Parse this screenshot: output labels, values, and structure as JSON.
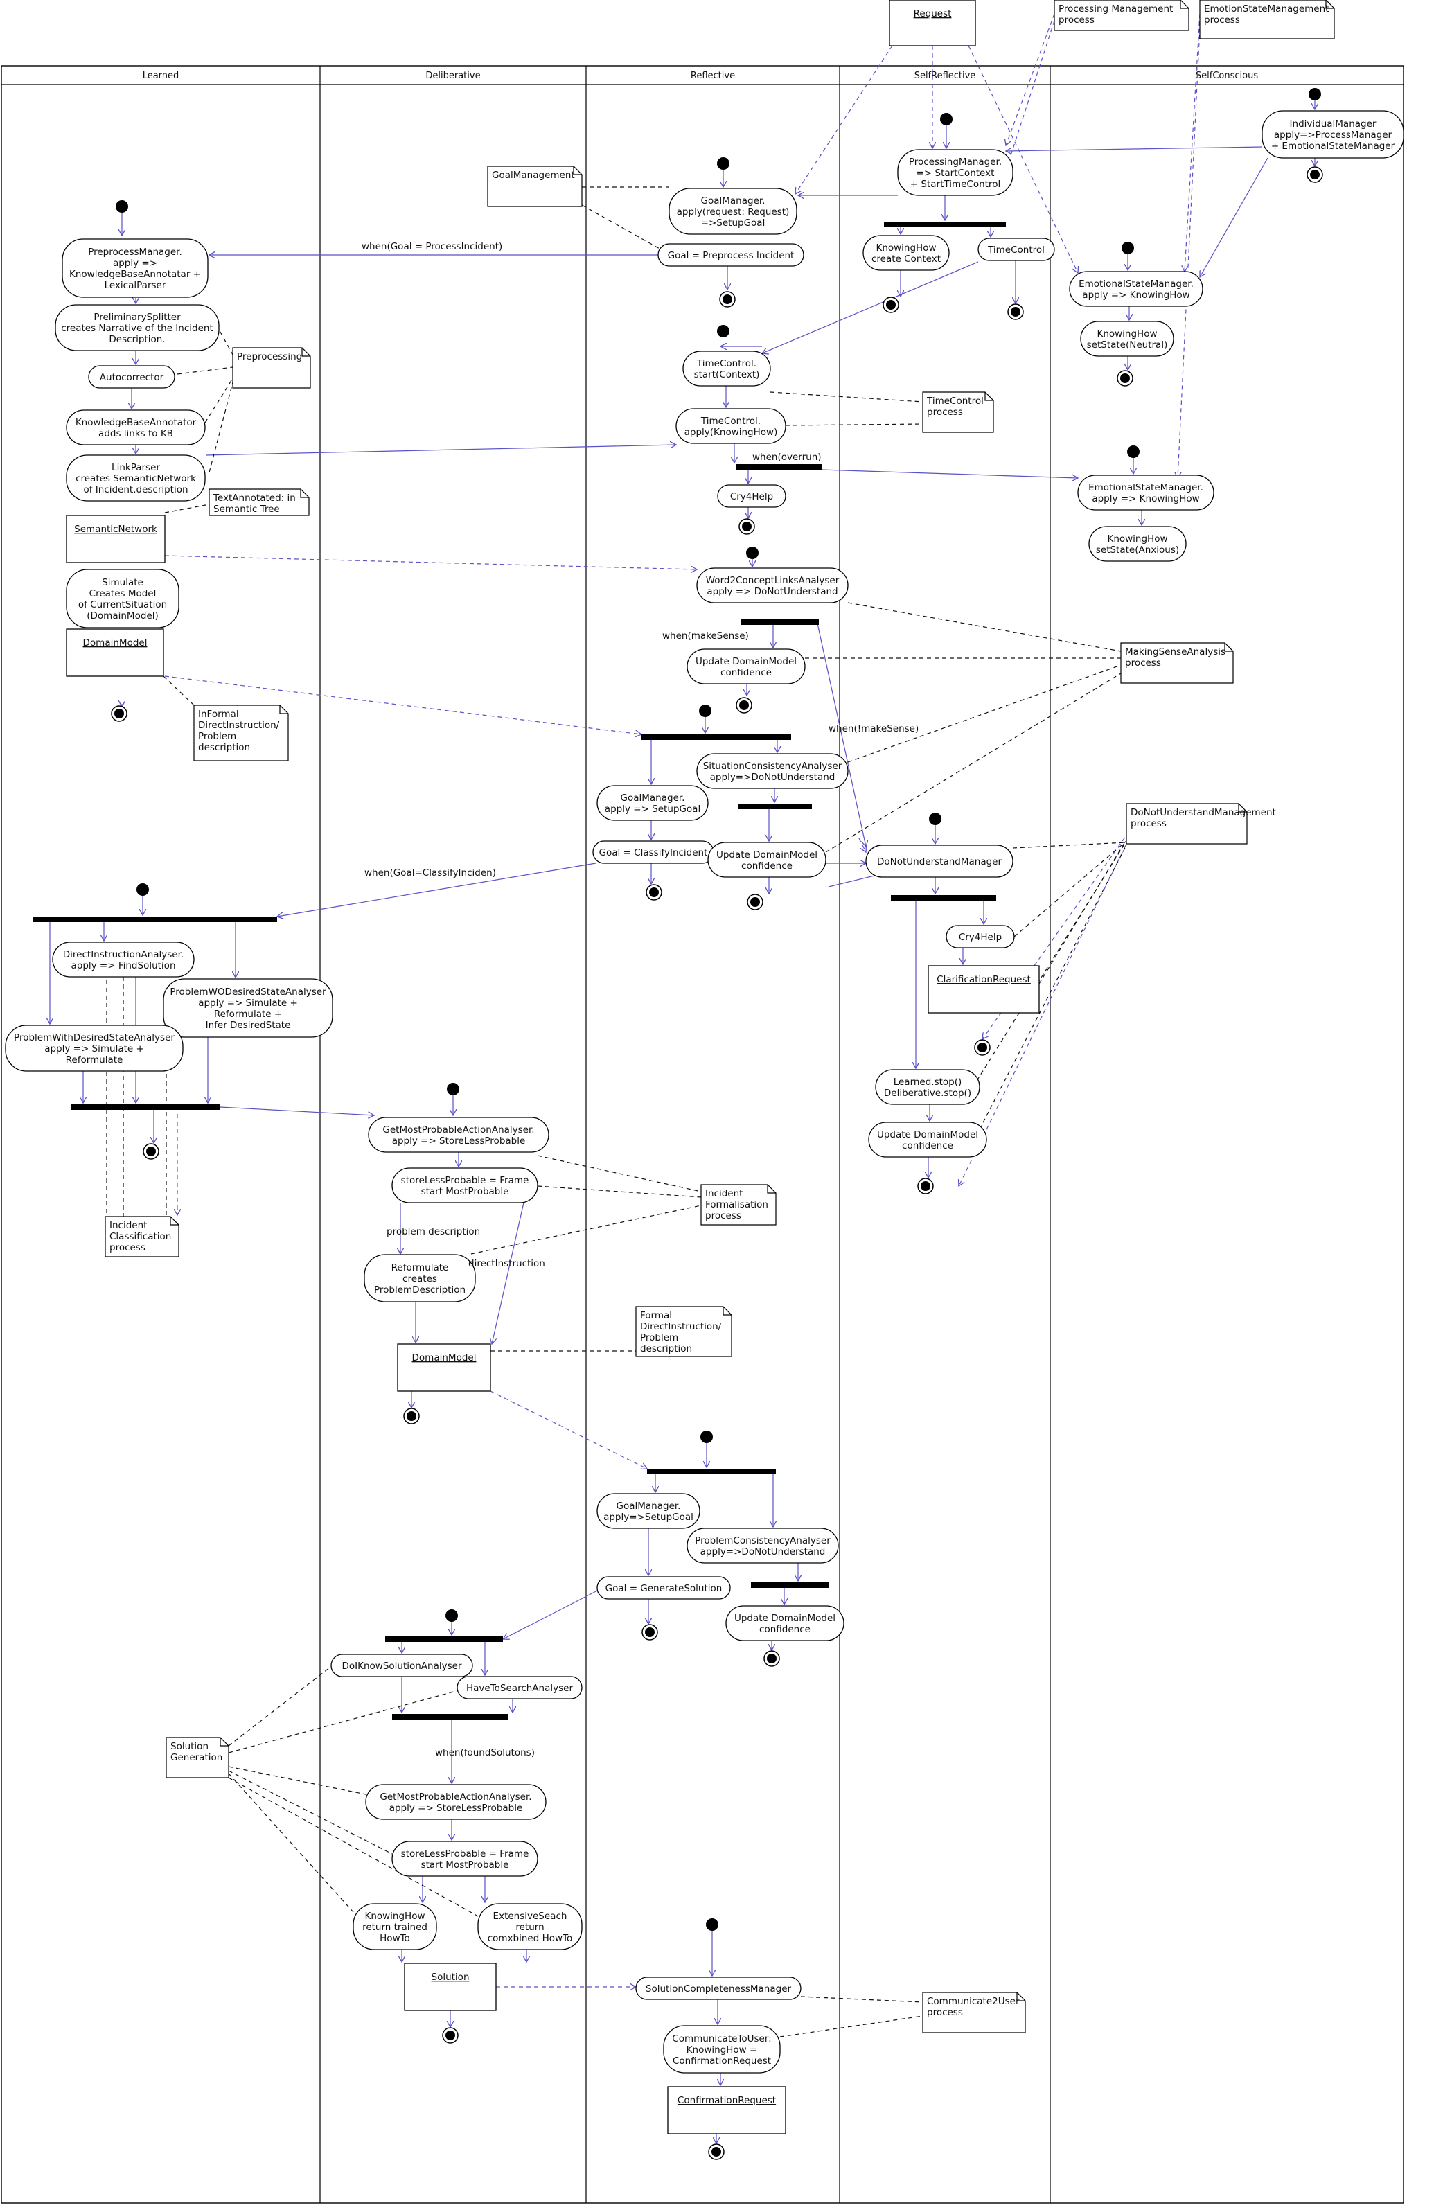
{
  "lanes": [
    "Learned",
    "Deliberative",
    "Reflective",
    "SelfReflective",
    "SelfConscious"
  ],
  "colors": {
    "flow": "#5a52c8",
    "dep": "#111111",
    "bar": "#000000",
    "line": "#000000"
  },
  "nodes": {
    "preprocess_manager": [
      "PreprocessManager.",
      "apply =>",
      "KnowledgeBaseAnnotatar +",
      "LexicalParser"
    ],
    "preliminary_splitter": [
      "PreliminarySplitter",
      "creates Narrative of the Incident",
      "Description."
    ],
    "autocorrector": [
      "Autocorrector"
    ],
    "kb_annotator": [
      "KnowledgeBaseAnnotator",
      "adds links to KB"
    ],
    "link_parser": [
      "LinkParser",
      "creates SemanticNetwork",
      "of Incident.description"
    ],
    "simulate": [
      "Simulate",
      "Creates Model",
      "of CurrentSituation",
      "(DomainModel)"
    ],
    "direct_instruction_analyser": [
      "DirectInstructionAnalyser.",
      "apply => FindSolution"
    ],
    "problem_wo_desired": [
      "ProblemWODesiredStateAnalyser",
      "apply => Simulate +",
      "Reformulate +",
      "Infer DesiredState"
    ],
    "problem_with_desired": [
      "ProblemWithDesiredStateAnalyser",
      "apply => Simulate +",
      "Reformulate"
    ],
    "get_most_probable_1": [
      "GetMostProbableActionAnalyser.",
      "apply => StoreLessProbable"
    ],
    "store_less_probable_1": [
      "storeLessProbable = Frame",
      "start MostProbable"
    ],
    "reformulate": [
      "Reformulate",
      "creates",
      "ProblemDescription"
    ],
    "doiknow": [
      "DoIKnowSolutionAnalyser"
    ],
    "have_to_search": [
      "HaveToSearchAnalyser"
    ],
    "get_most_probable_2": [
      "GetMostProbableActionAnalyser.",
      "apply => StoreLessProbable"
    ],
    "store_less_probable_2": [
      "storeLessProbable = Frame",
      "start MostProbable"
    ],
    "knowinghow_trained": [
      "KnowingHow",
      "return trained",
      "HowTo"
    ],
    "extensive_search": [
      "ExtensiveSeach",
      "return",
      "comxbined HowTo"
    ],
    "goal_manager_1": [
      "GoalManager.",
      "apply(request: Request)",
      "=>SetupGoal"
    ],
    "goal_preprocess": [
      "Goal = Preprocess Incident"
    ],
    "timecontrol_start": [
      "TimeControl.",
      "start(Context)"
    ],
    "timecontrol_apply": [
      "TimeControl.",
      "apply(KnowingHow)"
    ],
    "cry4help_1": [
      "Cry4Help"
    ],
    "word2concept": [
      "Word2ConceptLinksAnalyser",
      "apply => DoNotUnderstand"
    ],
    "update_dm_1": [
      "Update DomainModel",
      "confidence"
    ],
    "situation_consistency": [
      "SituationConsistencyAnalyser",
      "apply=>DoNotUnderstand"
    ],
    "goal_manager_2": [
      "GoalManager.",
      "apply => SetupGoal"
    ],
    "goal_classify": [
      "Goal = ClassifyIncident"
    ],
    "update_dm_2": [
      "Update DomainModel",
      "confidence"
    ],
    "goal_manager_3": [
      "GoalManager.",
      "apply=>SetupGoal"
    ],
    "problem_consistency": [
      "ProblemConsistencyAnalyser",
      "apply=>DoNotUnderstand"
    ],
    "goal_generate": [
      "Goal = GenerateSolution"
    ],
    "update_dm_3": [
      "Update DomainModel",
      "confidence"
    ],
    "solution_completeness": [
      "SolutionCompletenessManager"
    ],
    "communicate_to_user": [
      "CommunicateToUser:",
      "KnowingHow =",
      "ConfirmationRequest"
    ],
    "processing_manager": [
      "ProcessingManager.",
      "=> StartContext",
      "+ StartTimeControl"
    ],
    "knowinghow_context": [
      "KnowingHow",
      "create Context"
    ],
    "timecontrol": [
      "TimeControl"
    ],
    "dont_understand_manager": [
      "DoNotUnderstandManager"
    ],
    "cry4help_2": [
      "Cry4Help"
    ],
    "learned_stop": [
      "Learned.stop()",
      "Deliberative.stop()"
    ],
    "update_dm_4": [
      "Update DomainModel",
      "confidence"
    ],
    "individual_manager": [
      "IndividualManager",
      "apply=>ProcessManager",
      "+ EmotionalStateManager"
    ],
    "emotional_1": [
      "EmotionalStateManager.",
      "apply => KnowingHow"
    ],
    "knowinghow_neutral": [
      "KnowingHow",
      "setState(Neutral)"
    ],
    "emotional_2": [
      "EmotionalStateManager.",
      "apply => KnowingHow"
    ],
    "knowinghow_anxious": [
      "KnowingHow",
      "setState(Anxious)"
    ]
  },
  "objects": {
    "request": "Request",
    "semantic_network": "SemanticNetwork",
    "domain_model_1": "DomainModel",
    "domain_model_2": "DomainModel",
    "solution": "Solution",
    "clarification_request": "ClarificationRequest",
    "confirmation_request": "ConfirmationRequest"
  },
  "notes": {
    "processing_management": [
      "Processing Management",
      "process"
    ],
    "emotion_state_management": [
      "EmotionStateManagement",
      "process"
    ],
    "goal_management": [
      "GoalManagement"
    ],
    "preprocessing": [
      "Preprocessing"
    ],
    "text_annotated": [
      "TextAnnotated: in",
      "Semantic Tree"
    ],
    "timecontrol_process": [
      "TimeControl",
      "process"
    ],
    "making_sense": [
      "MakingSenseAnalysis",
      "process"
    ],
    "informal": [
      "InFormal",
      "DirectInstruction/",
      "Problem",
      "description"
    ],
    "dont_understand_mgmt": [
      "DoNotUnderstandManagement",
      "process"
    ],
    "incident_classification": [
      "Incident",
      "Classification",
      "process"
    ],
    "incident_formalisation": [
      "Incident",
      "Formalisation",
      "process"
    ],
    "formal": [
      "Formal",
      "DirectInstruction/",
      "Problem",
      "description"
    ],
    "solution_generation": [
      "Solution",
      "Generation"
    ],
    "communicate2user": [
      "Communicate2User",
      "process"
    ]
  },
  "guards": {
    "process_incident": "when(Goal = ProcessIncident)",
    "overrun": "when(overrun)",
    "make_sense": "when(makeSense)",
    "not_make_sense": "when(!makeSense)",
    "classify_incident": "when(Goal=ClassifyInciden)",
    "problem_description": "problem description",
    "direct_instruction": "directInstruction",
    "found_solutions": "when(foundSolutons)"
  }
}
